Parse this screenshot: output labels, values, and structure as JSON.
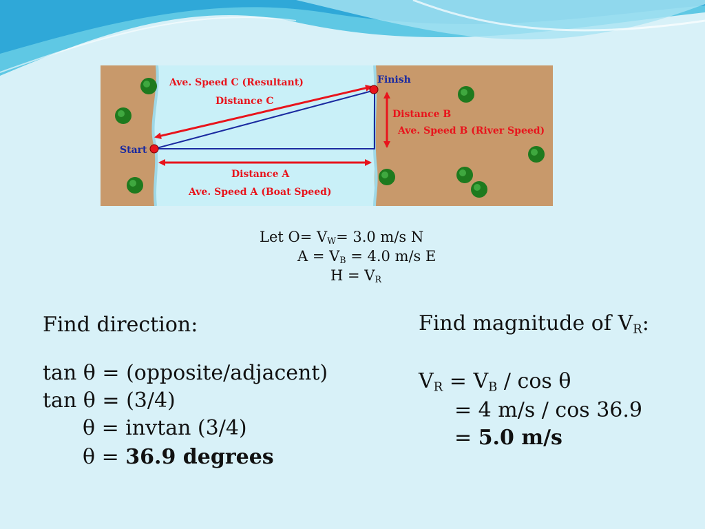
{
  "figure": {
    "label_speed_c": "Ave. Speed C  (Resultant)",
    "label_distance_c": "Distance C",
    "label_finish": "Finish",
    "label_start": "Start",
    "label_distance_b": "Distance B",
    "label_speed_b": "Ave. Speed B  (River Speed)",
    "label_distance_a": "Distance A",
    "label_speed_a": "Ave. Speed A  (Boat Speed)",
    "colors": {
      "bank": "#c8996b",
      "river": "#c9f0f8",
      "red": "#e8141c",
      "blue": "#1a2aa0",
      "tree": "#1e7a1e"
    }
  },
  "let": {
    "line1_prefix": "Let   O= V",
    "line1_sub": "W",
    "line1_suffix": "= 3.0 m/s N",
    "line2_prefix": "A = V",
    "line2_sub": "B",
    "line2_suffix": " = 4.0 m/s E",
    "line3_prefix": "H = V",
    "line3_sub": "R"
  },
  "direction": {
    "heading": "Find direction:",
    "line1": "tan θ = (opposite/adjacent)",
    "line2": "tan θ = (3/4)",
    "line3": "θ = invtan (3/4)",
    "line4_prefix": "θ = ",
    "line4_bold": "36.9 degrees"
  },
  "magnitude": {
    "heading_prefix": "Find magnitude of V",
    "heading_sub": "R",
    "heading_suffix": ":",
    "eq1_a": "V",
    "eq1_a_sub": "R",
    "eq1_mid": " = V",
    "eq1_b_sub": "B",
    "eq1_end": " / cos θ",
    "eq2": "= 4 m/s / cos 36.9",
    "eq3_prefix": "= ",
    "eq3_bold": "5.0 m/s"
  }
}
